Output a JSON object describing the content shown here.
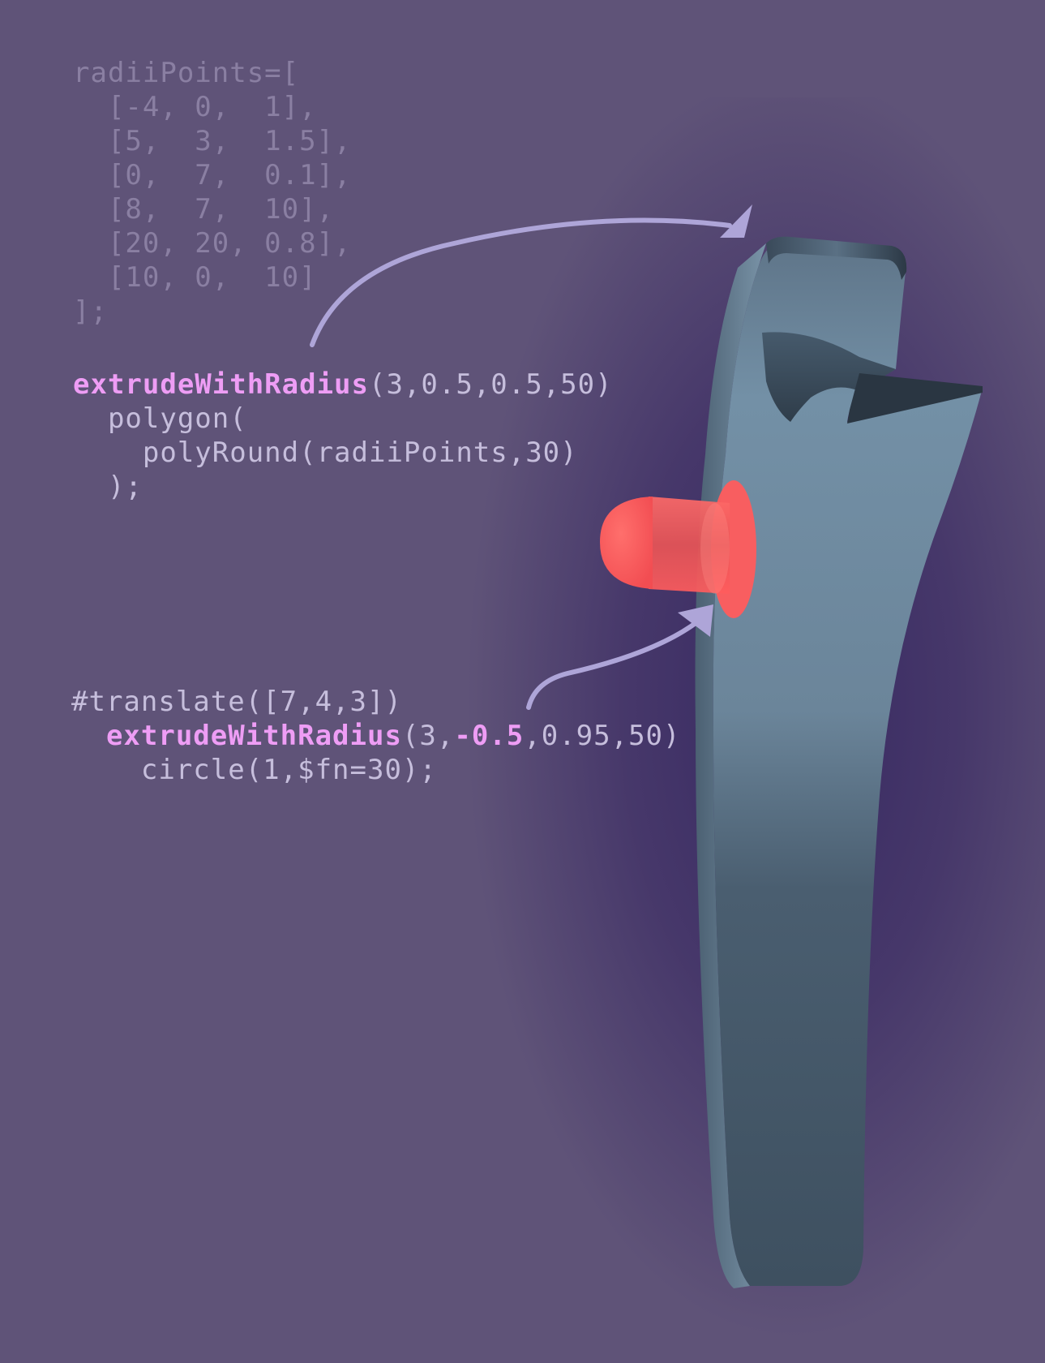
{
  "code_block_1": {
    "lines": [
      "radiiPoints=[",
      "  [-4, 0,  1],",
      "  [5,  3,  1.5],",
      "  [0,  7,  0.1],",
      "  [8,  7,  10],",
      "  [20, 20, 0.8],",
      "  [10, 0,  10]",
      "];"
    ]
  },
  "code_block_2": {
    "fn_name": "extrudeWithRadius",
    "fn_args": "(3,0.5,0.5,50)",
    "line2": "  polygon(",
    "line3": "    polyRound(radiiPoints,30)",
    "line4": "  );"
  },
  "code_block_3": {
    "line1": "#translate([7,4,3])",
    "indent": "  ",
    "fn_name": "extrudeWithRadius",
    "args_open": "(3,",
    "highlight_arg": "-0.5",
    "args_close": ",0.95,50)",
    "line3": "    circle(1,$fn=30);"
  },
  "colors": {
    "background": "#5f5378",
    "shadow": "#34265f",
    "keyword": "#ee9df5",
    "code_text": "#c6bedc",
    "code_dim": "#8a7fa2",
    "arrow": "#aea5d8",
    "part_body": "#6d879c",
    "part_dark": "#3d4f5f",
    "pin": "#ff5a5c"
  }
}
